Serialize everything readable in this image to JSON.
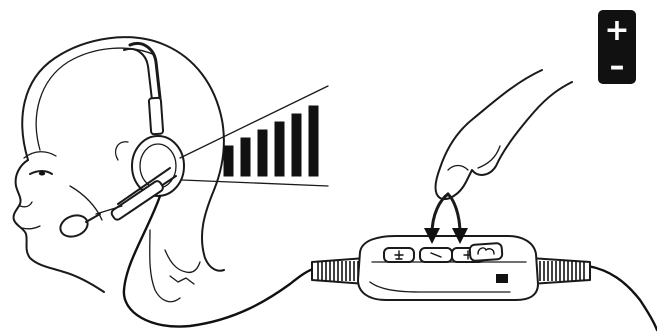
{
  "volume_badge": {
    "plus": "+",
    "minus": "–"
  },
  "volume_meter": {
    "bar_count": 6,
    "level": 1.0
  },
  "inline_control": {
    "buttons": [
      {
        "name": "mic-mute-button",
        "icon": "microphone-icon"
      },
      {
        "name": "volume-down-button",
        "icon": "minus-icon"
      },
      {
        "name": "volume-up-button",
        "icon": "plus-icon"
      },
      {
        "name": "call-button",
        "icon": "phone-icon"
      }
    ]
  },
  "colors": {
    "ink": "#111111",
    "background": "#ffffff"
  }
}
